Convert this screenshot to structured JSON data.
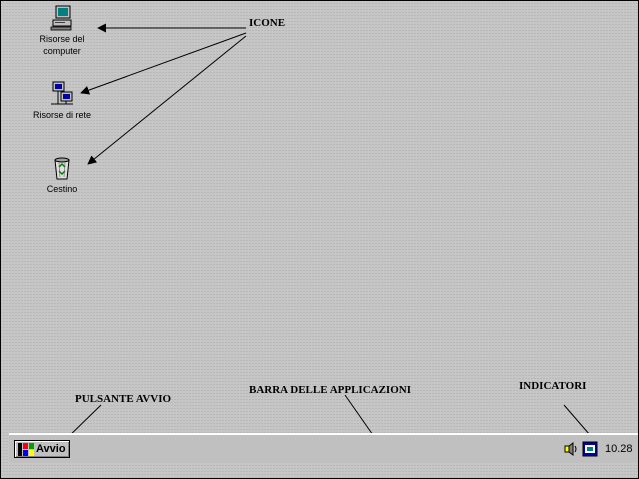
{
  "desktop": {
    "icons": [
      {
        "label": "Risorse del computer",
        "icon": "my-computer-icon"
      },
      {
        "label": "Risorse di rete",
        "icon": "network-neighborhood-icon"
      },
      {
        "label": "Cestino",
        "icon": "recycle-bin-icon"
      }
    ]
  },
  "annotations": {
    "icons": "ICONE",
    "start_button": "PULSANTE AVVIO",
    "taskbar": "BARRA DELLE APPLICAZIONI",
    "indicators": "INDICATORI"
  },
  "taskbar": {
    "start_label": "Avvio",
    "start_icon": "windows-logo-icon",
    "tray": {
      "icons": [
        "speaker-icon",
        "task-scheduler-icon"
      ],
      "clock": "10.28"
    }
  }
}
